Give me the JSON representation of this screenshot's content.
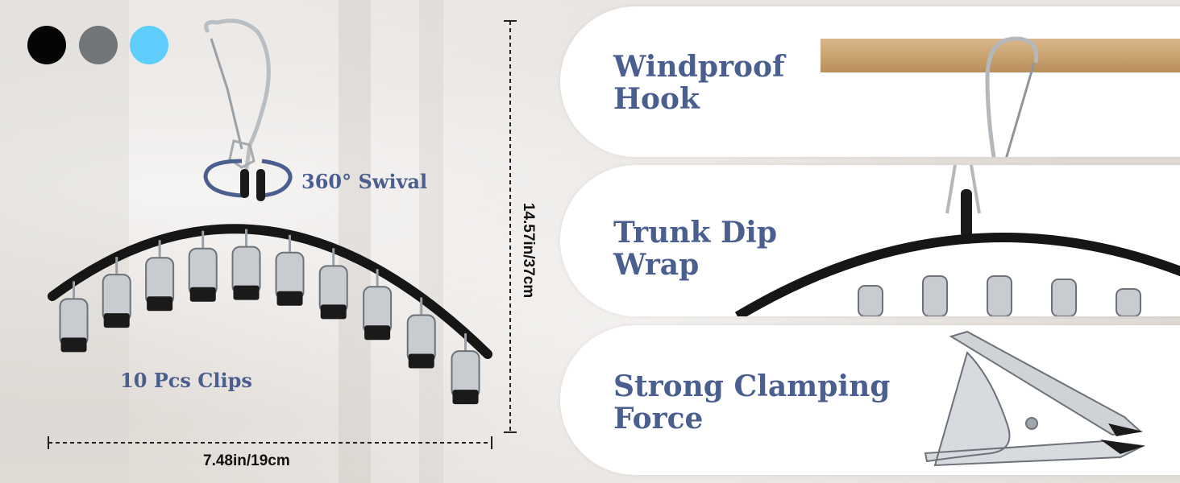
{
  "color_options": [
    {
      "name": "black",
      "color": "#050505"
    },
    {
      "name": "gray",
      "color": "#737679"
    },
    {
      "name": "light-blue",
      "color": "#5fcdfb"
    }
  ],
  "left": {
    "swivel_label": "360° Swival",
    "clips_label": "10 Pcs Clips",
    "height_label": "14.57in/37cm",
    "width_label": "7.48in/19cm"
  },
  "features": [
    {
      "line1": "Windproof",
      "line2": "Hook"
    },
    {
      "line1": "Trunk Dip",
      "line2": "Wrap"
    },
    {
      "line1": "Strong Clamping",
      "line2": "Force"
    }
  ],
  "colors": {
    "text_blue": "#4a5f8f",
    "panel_bg": "#ffffff",
    "metal": "#c8ccd0",
    "rubber": "#1a1a1a"
  }
}
